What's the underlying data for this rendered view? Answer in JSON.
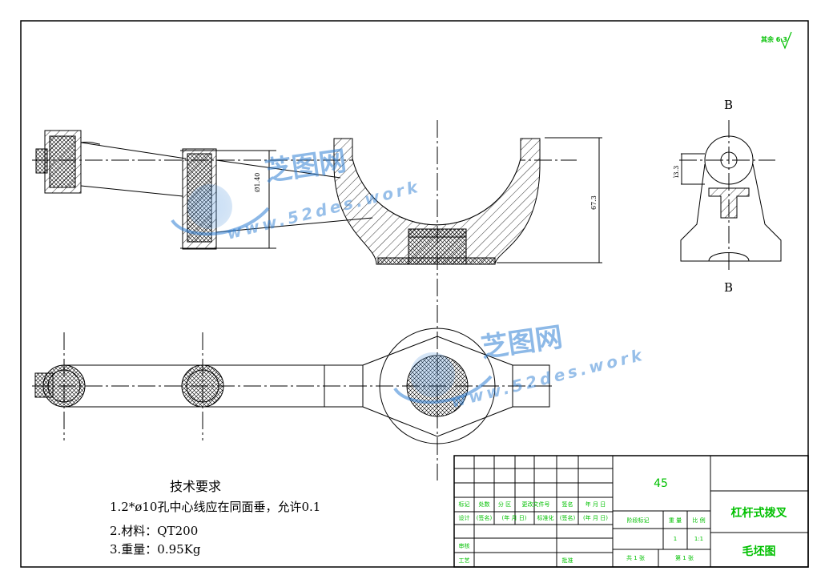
{
  "drawing": {
    "view_label_top": "B",
    "view_label_bottom": "B",
    "dim_a": "Ø1.40",
    "dim_b": "67.3",
    "dim_c": "ì3.3",
    "roughness_note": "其余 6.3"
  },
  "tech": {
    "title": "技术要求",
    "item1": "1.2*ø10孔中心线应在同面垂，允许0.1",
    "item2": "2.材料：QT200",
    "item3": "3.重量：0.95Kg"
  },
  "title_block": {
    "material": "45",
    "part_name": "杠杆式拨叉",
    "drawing_name": "毛坯图",
    "row_labels": [
      "标记",
      "处数",
      "分 区",
      "更改文件号",
      "签名",
      "年 月 日"
    ],
    "sign_row": [
      "设计",
      "(签名)",
      "(年 月 日)",
      "标准化",
      "(签名)",
      "(年 月 日)"
    ],
    "mid_labels": [
      "阶段标记",
      "重 量",
      "比 例"
    ],
    "weight": "1",
    "scale": "1:1",
    "sheet_total": "共 1 张",
    "sheet_no": "第 1 张",
    "review": "审核",
    "process": "工艺",
    "approve": "批准"
  },
  "watermark": {
    "name": "芝图网",
    "url": "www.52des.work"
  }
}
